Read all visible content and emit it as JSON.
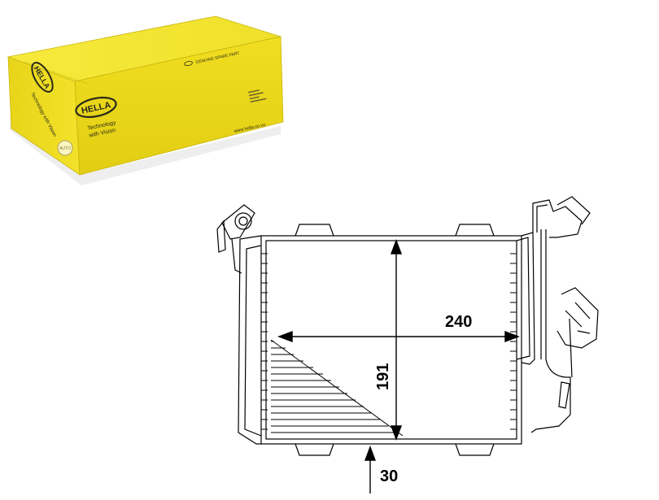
{
  "product_box": {
    "brand": "HELLA",
    "front_slogan_line1": "Technology",
    "front_slogan_line2": "with Vision",
    "side_slogan": "Technology with Vision",
    "top_label": "GENUINE SPARE PART",
    "website": "www.hella.co.nz",
    "watermark": "AUTO",
    "colors": {
      "box_yellow": "#f2e01c",
      "box_shadow": "#d8c40e",
      "text_dark": "#2a2a1a"
    }
  },
  "drawing": {
    "dimension_width": "240",
    "dimension_height": "191",
    "dimension_depth": "30",
    "line_color": "#000000"
  }
}
